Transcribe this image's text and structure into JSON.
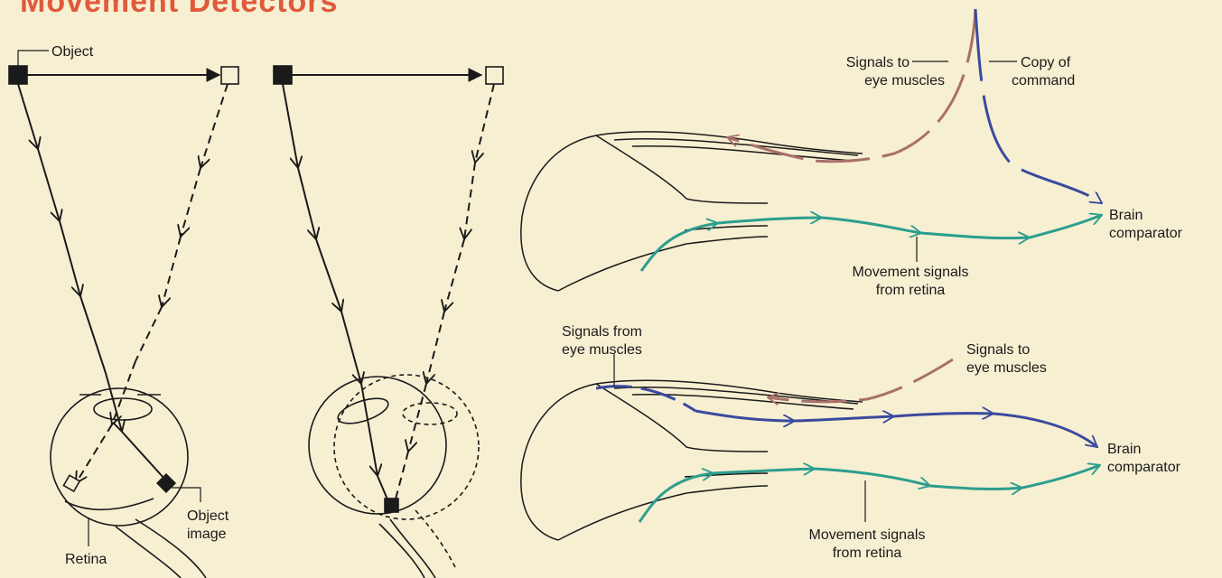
{
  "title": "Movement Detectors",
  "colors": {
    "background": "#f7efd2",
    "title": "#e0593b",
    "ink": "#1a1a1a",
    "to_muscles": "#a9706a",
    "copy_command": "#3a4a9e",
    "retina_signal": "#2c9e8e"
  },
  "labels": {
    "object": "Object",
    "object_image": [
      "Object",
      "image"
    ],
    "retina": "Retina",
    "top_signals_to_muscles": [
      "Signals to",
      "eye muscles"
    ],
    "copy_of_command": [
      "Copy of",
      "command"
    ],
    "top_brain": [
      "Brain",
      "comparator"
    ],
    "top_movement": [
      "Movement signals",
      "from retina"
    ],
    "bottom_signals_from_muscles": [
      "Signals from",
      "eye muscles"
    ],
    "bottom_signals_to_muscles": [
      "Signals to",
      "eye muscles"
    ],
    "bottom_brain": [
      "Brain",
      "comparator"
    ],
    "bottom_movement": [
      "Movement signals",
      "from retina"
    ]
  },
  "icons": {
    "arrowhead": "open-chevron-arrowhead",
    "object_marker": "filled-square",
    "moved_marker": "hollow-square"
  }
}
